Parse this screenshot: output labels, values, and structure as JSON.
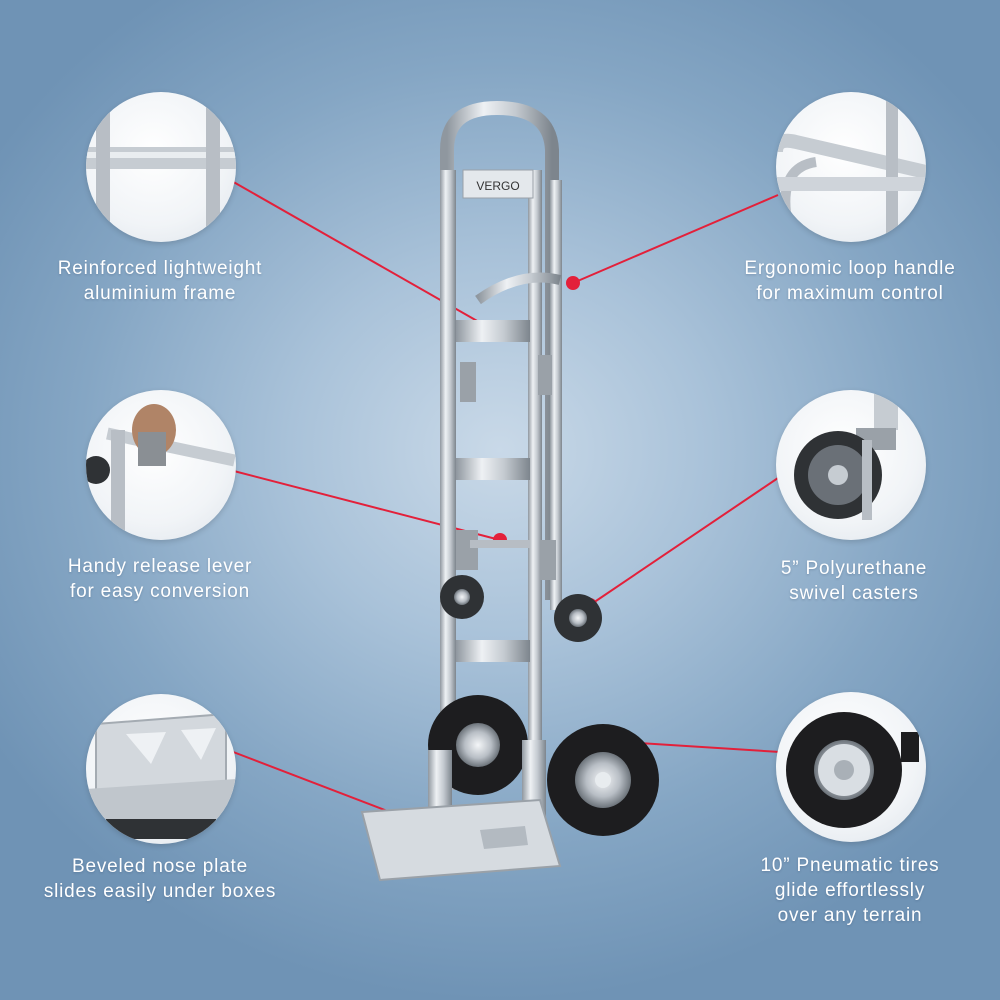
{
  "brand": "VERGO",
  "colors": {
    "accent": "#e3203a",
    "metal": "#c9ced3",
    "tire": "#1d1d1f"
  },
  "features": [
    {
      "id": "frame",
      "icon": "frame-closeup-icon",
      "lines": [
        "Reinforced lightweight",
        "aluminium frame"
      ]
    },
    {
      "id": "lever",
      "icon": "release-lever-closeup-icon",
      "lines": [
        "Handy release lever",
        "for easy conversion"
      ]
    },
    {
      "id": "nose",
      "icon": "nose-plate-closeup-icon",
      "lines": [
        "Beveled nose plate",
        "slides easily under boxes"
      ]
    },
    {
      "id": "handle",
      "icon": "loop-handle-closeup-icon",
      "lines": [
        "Ergonomic loop handle",
        "for maximum control"
      ]
    },
    {
      "id": "caster",
      "icon": "caster-closeup-icon",
      "lines": [
        "5” Polyurethane",
        "swivel casters"
      ]
    },
    {
      "id": "tire",
      "icon": "pneumatic-tire-closeup-icon",
      "lines": [
        "10” Pneumatic tires",
        "glide effortlessly",
        "over any terrain"
      ]
    }
  ]
}
